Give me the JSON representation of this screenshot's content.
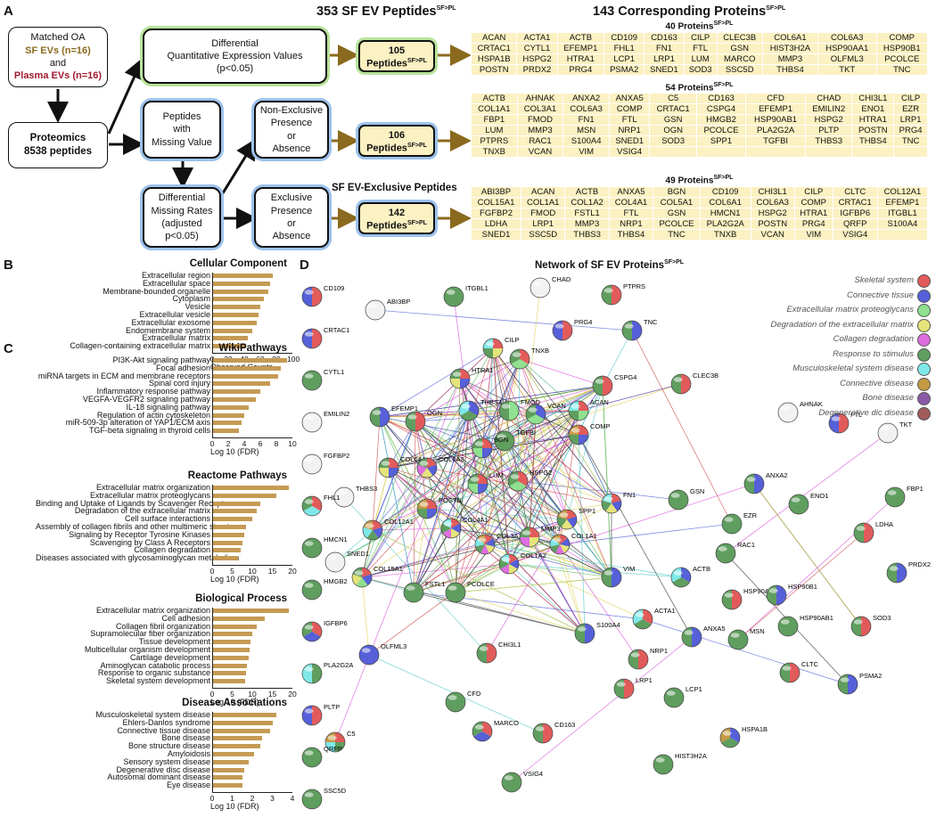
{
  "panels": {
    "a": "A",
    "b": "B",
    "c": "C",
    "d": "D"
  },
  "header": {
    "peptides_title": "353 SF EV Peptides",
    "proteins_title": "143 Corresponding Proteins",
    "superscript": "SF>PL"
  },
  "flow": {
    "matched_line1": "Matched OA",
    "matched_line2": "SF EVs (n=16)",
    "matched_line3": "and",
    "matched_line4": "Plasma EVs (n=16)",
    "proteomics_line1": "Proteomics",
    "proteomics_line2": "8538 peptides",
    "differential_line1": "Differential",
    "differential_line2": "Quantitative Expression Values",
    "differential_line3": "(p<0.05)",
    "missing_line1": "Peptides",
    "missing_line2": "with",
    "missing_line3": "Missing Value",
    "rates_line1": "Differential",
    "rates_line2": "Missing Rates",
    "rates_line3": "(adjusted",
    "rates_line4": "p<0.05)",
    "nonexcl_line1": "Non-Exclusive",
    "nonexcl_line2": "Presence",
    "nonexcl_line3": "or",
    "nonexcl_line4": "Absence",
    "excl_line1": "Exclusive",
    "excl_line2": "Presence",
    "excl_line3": "or",
    "excl_line4": "Absence",
    "exclusive_title": "SF EV-Exclusive Peptides",
    "pep1_num": "105",
    "pep2_num": "106",
    "pep3_num": "142",
    "pep_word": "Peptides"
  },
  "tables": [
    {
      "title": "40 Proteins",
      "rows": [
        [
          "ACAN",
          "ACTA1",
          "ACTB",
          "CD109",
          "CD163",
          "CILP",
          "CLEC3B",
          "COL6A1",
          "COL6A3",
          "COMP"
        ],
        [
          "CRTAC1",
          "CYTL1",
          "EFEMP1",
          "FHL1",
          "FN1",
          "FTL",
          "GSN",
          "HIST3H2A",
          "HSP90AA1",
          "HSP90B1"
        ],
        [
          "HSPA1B",
          "HSPG2",
          "HTRA1",
          "LCP1",
          "LRP1",
          "LUM",
          "MARCO",
          "MMP3",
          "OLFML3",
          "PCOLCE"
        ],
        [
          "POSTN",
          "PRDX2",
          "PRG4",
          "PSMA2",
          "SNED1",
          "SOD3",
          "SSC5D",
          "THBS4",
          "TKT",
          "TNC"
        ]
      ]
    },
    {
      "title": "54 Proteins",
      "rows": [
        [
          "ACTB",
          "AHNAK",
          "ANXA2",
          "ANXA5",
          "C5",
          "CD163",
          "CFD",
          "CHAD",
          "CHI3L1",
          "CILP"
        ],
        [
          "COL1A1",
          "COL3A1",
          "COL6A3",
          "COMP",
          "CRTAC1",
          "CSPG4",
          "EFEMP1",
          "EMILIN2",
          "ENO1",
          "EZR"
        ],
        [
          "FBP1",
          "FMOD",
          "FN1",
          "FTL",
          "GSN",
          "HMGB2",
          "HSP90AB1",
          "HSPG2",
          "HTRA1",
          "LRP1"
        ],
        [
          "LUM",
          "MMP3",
          "MSN",
          "NRP1",
          "OGN",
          "PCOLCE",
          "PLA2G2A",
          "PLTP",
          "POSTN",
          "PRG4"
        ],
        [
          "PTPRS",
          "RAC1",
          "S100A4",
          "SNED1",
          "SOD3",
          "SPP1",
          "TGFBI",
          "THBS3",
          "THBS4",
          "TNC"
        ],
        [
          "TNXB",
          "VCAN",
          "VIM",
          "VSIG4",
          "",
          "",
          "",
          "",
          "",
          ""
        ]
      ]
    },
    {
      "title": "49 Proteins",
      "rows": [
        [
          "ABI3BP",
          "ACAN",
          "ACTB",
          "ANXA5",
          "BGN",
          "CD109",
          "CHI3L1",
          "CILP",
          "CLTC",
          "COL12A1"
        ],
        [
          "COL15A1",
          "COL1A1",
          "COL1A2",
          "COL4A1",
          "COL5A1",
          "COL6A1",
          "COL6A3",
          "COMP",
          "CRTAC1",
          "EFEMP1"
        ],
        [
          "FGFBP2",
          "FMOD",
          "FSTL1",
          "FTL",
          "GSN",
          "HMCN1",
          "HSPG2",
          "HTRA1",
          "IGFBP6",
          "ITGBL1"
        ],
        [
          "LDHA",
          "LRP1",
          "MMP3",
          "NRP1",
          "PCOLCE",
          "PLA2G2A",
          "POSTN",
          "PRG4",
          "QRFP",
          "S100A4"
        ],
        [
          "SNED1",
          "SSC5D",
          "THBS3",
          "THBS4",
          "TNC",
          "TNXB",
          "VCAN",
          "VIM",
          "VSIG4",
          ""
        ]
      ]
    }
  ],
  "enrichment": [
    {
      "title": "Cellular Component",
      "xlabel": "Observed Counts",
      "ticks": [
        "0",
        "20",
        "40",
        "60",
        "80",
        "100"
      ],
      "max": 100,
      "terms": [
        "Extracellular region",
        "Extracellular space",
        "Membrane-bounded organelle",
        "Cytoplasm",
        "Vesicle",
        "Extracellular vesicle",
        "Extracellular exosome",
        "Endomembrane system",
        "Extracellular matrix",
        "Collagen-containing extracellular matrix"
      ],
      "values": [
        76,
        72,
        70,
        64,
        60,
        58,
        56,
        50,
        44,
        42
      ]
    },
    {
      "title": "WikiPathways",
      "xlabel": "Log 10 (FDR)",
      "ticks": [
        "0",
        "2",
        "4",
        "6",
        "8",
        "10"
      ],
      "max": 10,
      "terms": [
        "PI3K-Akt signaling pathway",
        "Focal adhesion",
        "miRNA targets in ECM and membrane receptors",
        "Spinal cord injury",
        "Inflammatory response pathway",
        "VEGFA-VEGFR2 signaling pathway",
        "IL-18 signaling pathway",
        "Regulation of actin cytoskeleton",
        "miR-509-3p alteration of YAP1/ECM axis",
        "TGF-beta signaling in thyroid cells"
      ],
      "values": [
        9.3,
        8.6,
        8.2,
        7.2,
        6.0,
        5.4,
        4.6,
        4.0,
        3.7,
        3.3
      ]
    },
    {
      "title": "Reactome Pathways",
      "xlabel": "Log 10 (FDR)",
      "ticks": [
        "0",
        "5",
        "10",
        "15",
        "20"
      ],
      "max": 20,
      "terms": [
        "Extracellular matrix organization",
        "Extracellular matrix proteoglycans",
        "Binding and Uptake of Ligands by Scavenger Receptors",
        "Degradation of the extracellular matrix",
        "Cell surface interactions",
        "Assembly of collagen fibrils and other multimeric structures",
        "Signaling by Receptor Tyrosine Kinases",
        "Scavenging by Class A Receptors",
        "Collagen degradation",
        "Diseases associated with glycosaminoglycan metabolism"
      ],
      "values": [
        19,
        16,
        12,
        11,
        10,
        8.5,
        8,
        7.5,
        7,
        6.5
      ]
    },
    {
      "title": "Biological Process",
      "xlabel": "Log 10 (FDR)",
      "ticks": [
        "0",
        "5",
        "10",
        "15",
        "20"
      ],
      "max": 20,
      "terms": [
        "Extracellular matrix organization",
        "Cell adhesion",
        "Collagen fibril organization",
        "Supramolecular fiber organization",
        "Tissue development",
        "Multicellular organism development",
        "Cartilage development",
        "Aminoglycan catabolic process",
        "Response to organic substance",
        "Skeletal system development"
      ],
      "values": [
        19,
        13,
        11,
        10,
        9.5,
        9.3,
        9.0,
        8.7,
        8.5,
        8.3
      ]
    },
    {
      "title": "Disease Associations",
      "xlabel": "Log 10 (FDR)",
      "ticks": [
        "0",
        "1",
        "2",
        "3",
        "4"
      ],
      "max": 4,
      "terms": [
        "Musculoskeletal system disease",
        "Ehlers-Danlos syndrome",
        "Connective tissue disease",
        "Bone disease",
        "Bone structure disease",
        "Amyloidosis",
        "Sensory system disease",
        "Degenerative disc disease",
        "Autosomal dominant disease",
        "Eye disease"
      ],
      "values": [
        3.2,
        3.0,
        2.9,
        2.5,
        2.4,
        2.1,
        1.8,
        1.6,
        1.5,
        1.5
      ]
    }
  ],
  "network": {
    "title": "Network of SF EV Proteins",
    "legend": [
      {
        "label": "Skeletal system",
        "color": "#e25b5b"
      },
      {
        "label": "Connective tissue",
        "color": "#5660d8"
      },
      {
        "label": "Extracellular matrix proteoglycans",
        "color": "#8fe08f"
      },
      {
        "label": "Degradation of the extracellular matrix",
        "color": "#e4e47a"
      },
      {
        "label": "Collagen degradation",
        "color": "#de6ee0"
      },
      {
        "label": "Response to stimulus",
        "color": "#5f9e5f"
      },
      {
        "label": "Musculoskeletal system disease",
        "color": "#7ee8e8"
      },
      {
        "label": "Connective disease",
        "color": "#c59a44"
      },
      {
        "label": "Bone disease",
        "color": "#8a5aa6"
      },
      {
        "label": "Degenerative dic disease",
        "color": "#a05a5a"
      }
    ],
    "left_column": [
      "CD109",
      "CRTAC1",
      "CYTL1",
      "EMILIN2",
      "FGFBP2",
      "FHL1",
      "HMCN1",
      "HMGB2",
      "IGFBP6",
      "PLA2G2A",
      "PLTP",
      "QRFP",
      "SSC5D"
    ],
    "nodes": [
      "ABI3BP",
      "ITGBL1",
      "CHAD",
      "PTPRS",
      "CILP",
      "PRG4",
      "TNC",
      "TNXB",
      "HTRA1",
      "CSPG4",
      "CLEC3B",
      "EFEMP1",
      "THBS4",
      "FMOD",
      "VCAN",
      "ACAN",
      "OGN",
      "TGFBI",
      "COMP",
      "AHNAK",
      "FTL",
      "TKT",
      "BGN",
      "COL6A1",
      "COL6A3",
      "LUM",
      "HSPG2",
      "THBS3",
      "POSTN",
      "GSN",
      "ANXA2",
      "FBP1",
      "ENO1",
      "FN1",
      "EZR",
      "COL12A1",
      "COL4A1",
      "SPP1",
      "COL3A1",
      "COL1A1",
      "MMP3",
      "RAC1",
      "LDHA",
      "SNED1",
      "COL15A1",
      "COL1A2",
      "VIM",
      "ACTB",
      "HSP90AA1",
      "PRDX2",
      "FSTL1",
      "PCOLCE",
      "HSP90B1",
      "S100A4",
      "ACTA1",
      "ANXA5",
      "MSN",
      "HSP90AB1",
      "SOD3",
      "OLFML3",
      "CHI3L1",
      "NRP1",
      "CLTC",
      "CFD",
      "LRP1",
      "LCP1",
      "PSMA2",
      "MARCO",
      "CD163",
      "HSPA1B",
      "C5",
      "VSIG4",
      "HIST3H2A"
    ]
  }
}
